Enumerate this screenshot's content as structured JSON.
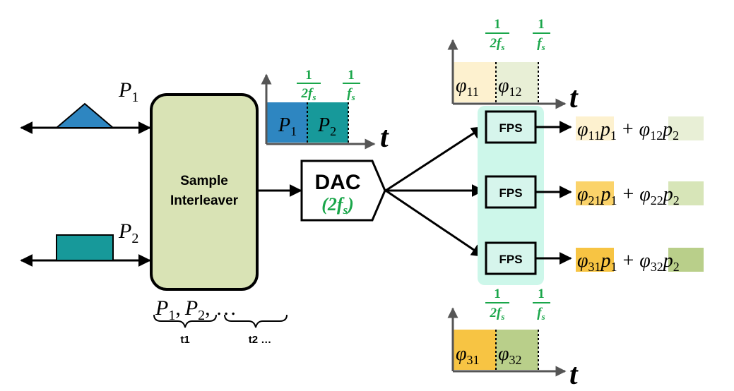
{
  "inputs": {
    "p1": {
      "sym": "P",
      "sub": "1"
    },
    "p2": {
      "sym": "P",
      "sub": "2"
    }
  },
  "interleaver": {
    "line1": "Sample",
    "line2": "Interleaver",
    "seq_p1_sym": "P",
    "seq_p1_sub": "1",
    "seq_comma1": ",",
    "seq_p2_sym": "P",
    "seq_p2_sub": "2",
    "seq_rest": ", …",
    "brace_t1": "t1",
    "brace_t2": "t2 …"
  },
  "timing": {
    "num": "1",
    "den_2fs": "2f",
    "den_fs": "f",
    "den_sub": "s"
  },
  "input_timeline": {
    "axis": "t",
    "slot1": {
      "sym": "P",
      "sub": "1"
    },
    "slot2": {
      "sym": "P",
      "sub": "2"
    }
  },
  "dac": {
    "label": "DAC",
    "rate_open": "(2f",
    "rate_sub": "s",
    "rate_close": ")"
  },
  "fps": {
    "label_1": "FPS",
    "label_2": "FPS",
    "label_3": "FPS"
  },
  "outputs": [
    {
      "a_sym": "φ",
      "a_sub": "11",
      "b_sym": "φ",
      "b_sub": "12"
    },
    {
      "a_sym": "φ",
      "a_sub": "21",
      "b_sym": "φ",
      "b_sub": "22"
    },
    {
      "a_sym": "φ",
      "a_sub": "31",
      "b_sym": "φ",
      "b_sub": "32"
    }
  ],
  "output_terms": {
    "p1_sym": "p",
    "p1_sub": "1",
    "plus": "+",
    "p2_sym": "p",
    "p2_sub": "2"
  },
  "top_timeline": {
    "axis": "t",
    "slot1": {
      "sym": "φ",
      "sub": "11"
    },
    "slot2": {
      "sym": "φ",
      "sub": "12"
    }
  },
  "bottom_timeline": {
    "axis": "t",
    "slot1": {
      "sym": "φ",
      "sub": "31"
    },
    "slot2": {
      "sym": "φ",
      "sub": "32"
    }
  },
  "colors": {
    "p1_fill": "#2e86c1",
    "p2_fill": "#17999a",
    "interleaver_fill": "#d9e3b5",
    "fps_region": "#cdf7ea",
    "fps_fill": "#d6f5ec",
    "green_text": "#1aa64a",
    "phi11_bg": "#fdf1cf",
    "phi12_bg": "#e8efd6",
    "phi21_bg": "#fbd36a",
    "phi22_bg": "#d7e5b8",
    "phi31_bg": "#f7c443",
    "phi32_bg": "#b9cf8a"
  }
}
